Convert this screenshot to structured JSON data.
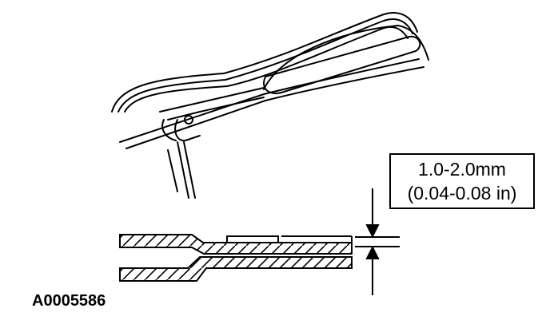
{
  "callout": {
    "metric": "1.0-2.0mm",
    "imperial": "(0.04-0.08 in)"
  },
  "figure_id": "A0005586"
}
